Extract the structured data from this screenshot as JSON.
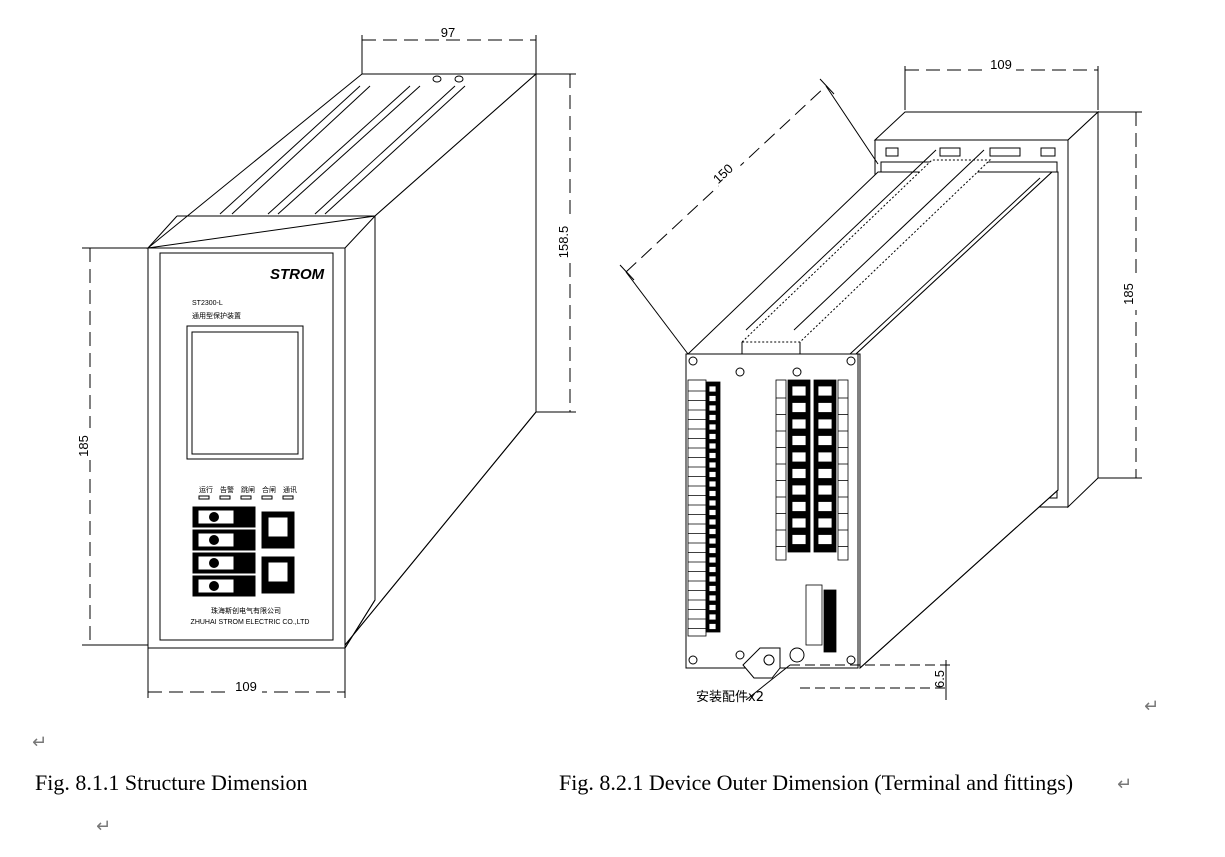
{
  "figures": [
    {
      "caption": "Fig. 8.1.1 Structure Dimension",
      "dimensions": {
        "width": "109",
        "height": "185",
        "depth": "158.5",
        "top_depth": "97"
      },
      "front_panel": {
        "brand": "STROM",
        "model": "ST2300-L",
        "product_name_cn": "通用型保护装置",
        "company_cn": "珠海斯创电气有限公司",
        "company_en": "ZHUHAI STROM ELECTRIC CO.,LTD",
        "indicator_labels": [
          "运行",
          "告警",
          "跳闸",
          "合闸",
          "通讯"
        ]
      }
    },
    {
      "caption": "Fig. 8.2.1 Device Outer Dimension (Terminal and fittings)",
      "dimensions": {
        "width": "109",
        "height": "185",
        "depth": "150",
        "slot": "6.5"
      },
      "fitting_label": "安装配件x2"
    }
  ],
  "paragraph_mark": "↵"
}
